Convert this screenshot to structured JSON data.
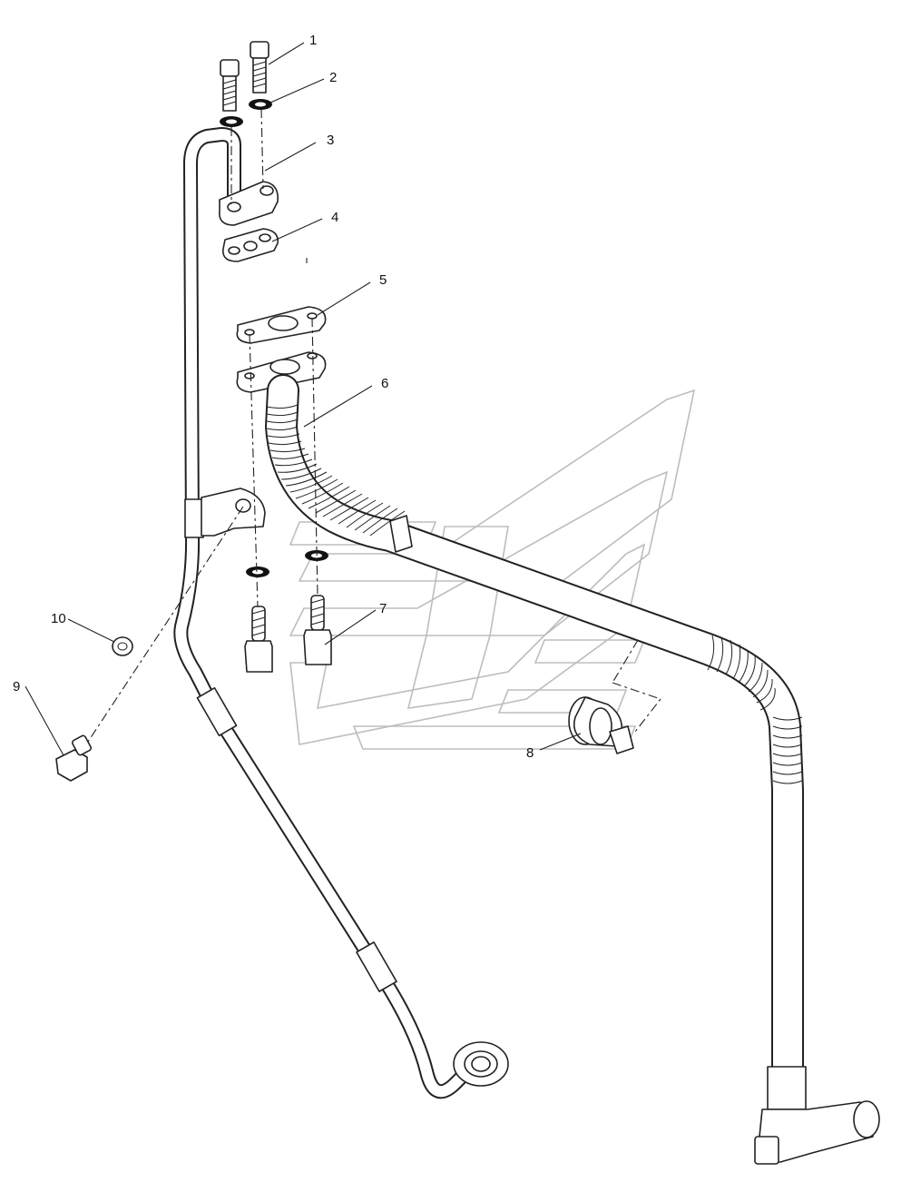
{
  "diagram": {
    "callouts": [
      {
        "id": "callout-1",
        "text": "1"
      },
      {
        "id": "callout-2",
        "text": "2"
      },
      {
        "id": "callout-3",
        "text": "3"
      },
      {
        "id": "callout-4",
        "text": "4"
      },
      {
        "id": "callout-5",
        "text": "5"
      },
      {
        "id": "callout-6",
        "text": "6"
      },
      {
        "id": "callout-7",
        "text": "7"
      },
      {
        "id": "callout-8",
        "text": "8"
      },
      {
        "id": "callout-9",
        "text": "9"
      },
      {
        "id": "callout-10",
        "text": "10"
      }
    ]
  }
}
